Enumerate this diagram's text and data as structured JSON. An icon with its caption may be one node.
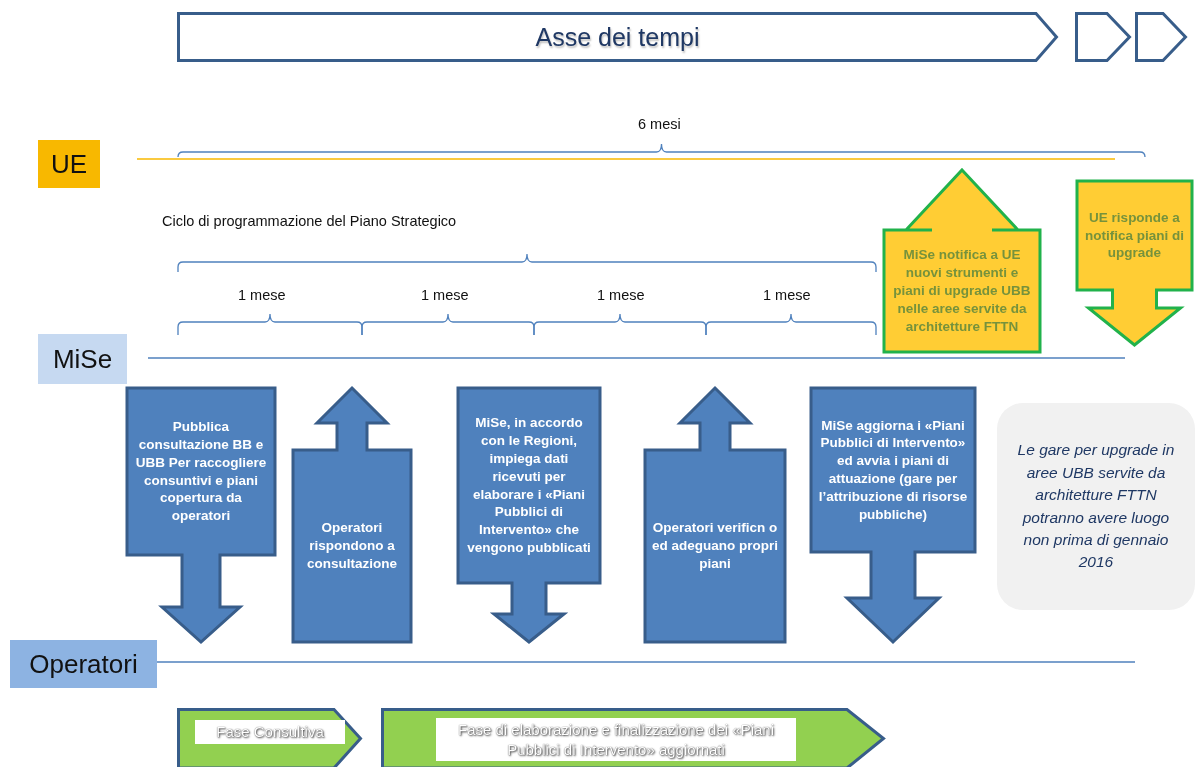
{
  "diagram": {
    "nodes": [
      {
        "text": [
          "Asse dei tempi"
        ]
      },
      {
        "text": [],
        "shape": "chevron"
      },
      {
        "text": [],
        "shape": "chevron"
      },
      {
        "text": [
          "UE"
        ]
      },
      {
        "text": [
          "MiSe notifica a UE nuovi strumenti e piani di upgrade UBB nelle aree servite da architetture FTTN"
        ]
      },
      {
        "text": [
          "UE risponde a notifica piani di upgrade"
        ]
      },
      {
        "text": [
          "MiSe"
        ]
      },
      {
        "text": [
          "Pubblica consultazione BB e UBB Per raccogliere consuntivi e piani copertura da operatori"
        ]
      },
      {
        "text": [
          "Operatori rispondono a consultazione"
        ]
      },
      {
        "text": [
          "MiSe, in accordo con le Regioni, impiega dati ricevuti per elaborare i «Piani Pubblici di Intervento» che vengono pubblicati"
        ]
      },
      {
        "text": [
          "Operatori verificn o ed adeguano propri piani"
        ]
      },
      {
        "text": [
          "MiSe aggiorna i «Piani Pubblici di Intervento» ed avvia i piani di attuazione (gare per l’attribuzione di risorse pubbliche)"
        ]
      },
      {
        "text": [
          "Le gare per upgrade in aree UBB servite da architetture FTTN potranno avere luogo non prima di gennaio 2016"
        ]
      },
      {
        "text": [
          "Operatori"
        ]
      },
      {
        "text": [
          "Fase Consultiva"
        ]
      },
      {
        "text": [
          "Fase di elaborazione e finalizzazione dei «Piani Pubblici di Intervento» aggiornati"
        ]
      }
    ],
    "edges": [],
    "labels": [
      "6 mesi",
      "Ciclo di programmazione del Piano Strategico",
      "1 mese",
      "1 mese",
      "1 mese",
      "1 mese"
    ]
  }
}
